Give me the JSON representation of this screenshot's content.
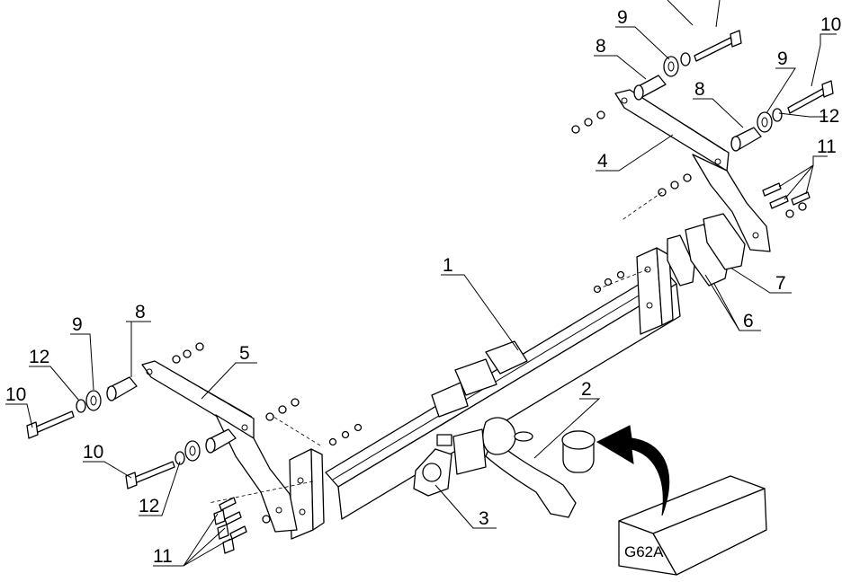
{
  "callouts": {
    "c1": "1",
    "c2": "2",
    "c3": "3",
    "c4": "4",
    "c5": "5",
    "c6": "6",
    "c7": "7",
    "c8_left": "8",
    "c8_top": "8",
    "c8_right": "8",
    "c9_left": "9",
    "c9_top": "9",
    "c9_right": "9",
    "c10_left_top": "10",
    "c10_left_bottom": "10",
    "c10_right": "10",
    "c11_left": "11",
    "c11_right": "11",
    "c12_left_top": "12",
    "c12_left_bottom": "12",
    "c12_right": "12"
  },
  "electrical_kit": {
    "label": "G62A"
  }
}
